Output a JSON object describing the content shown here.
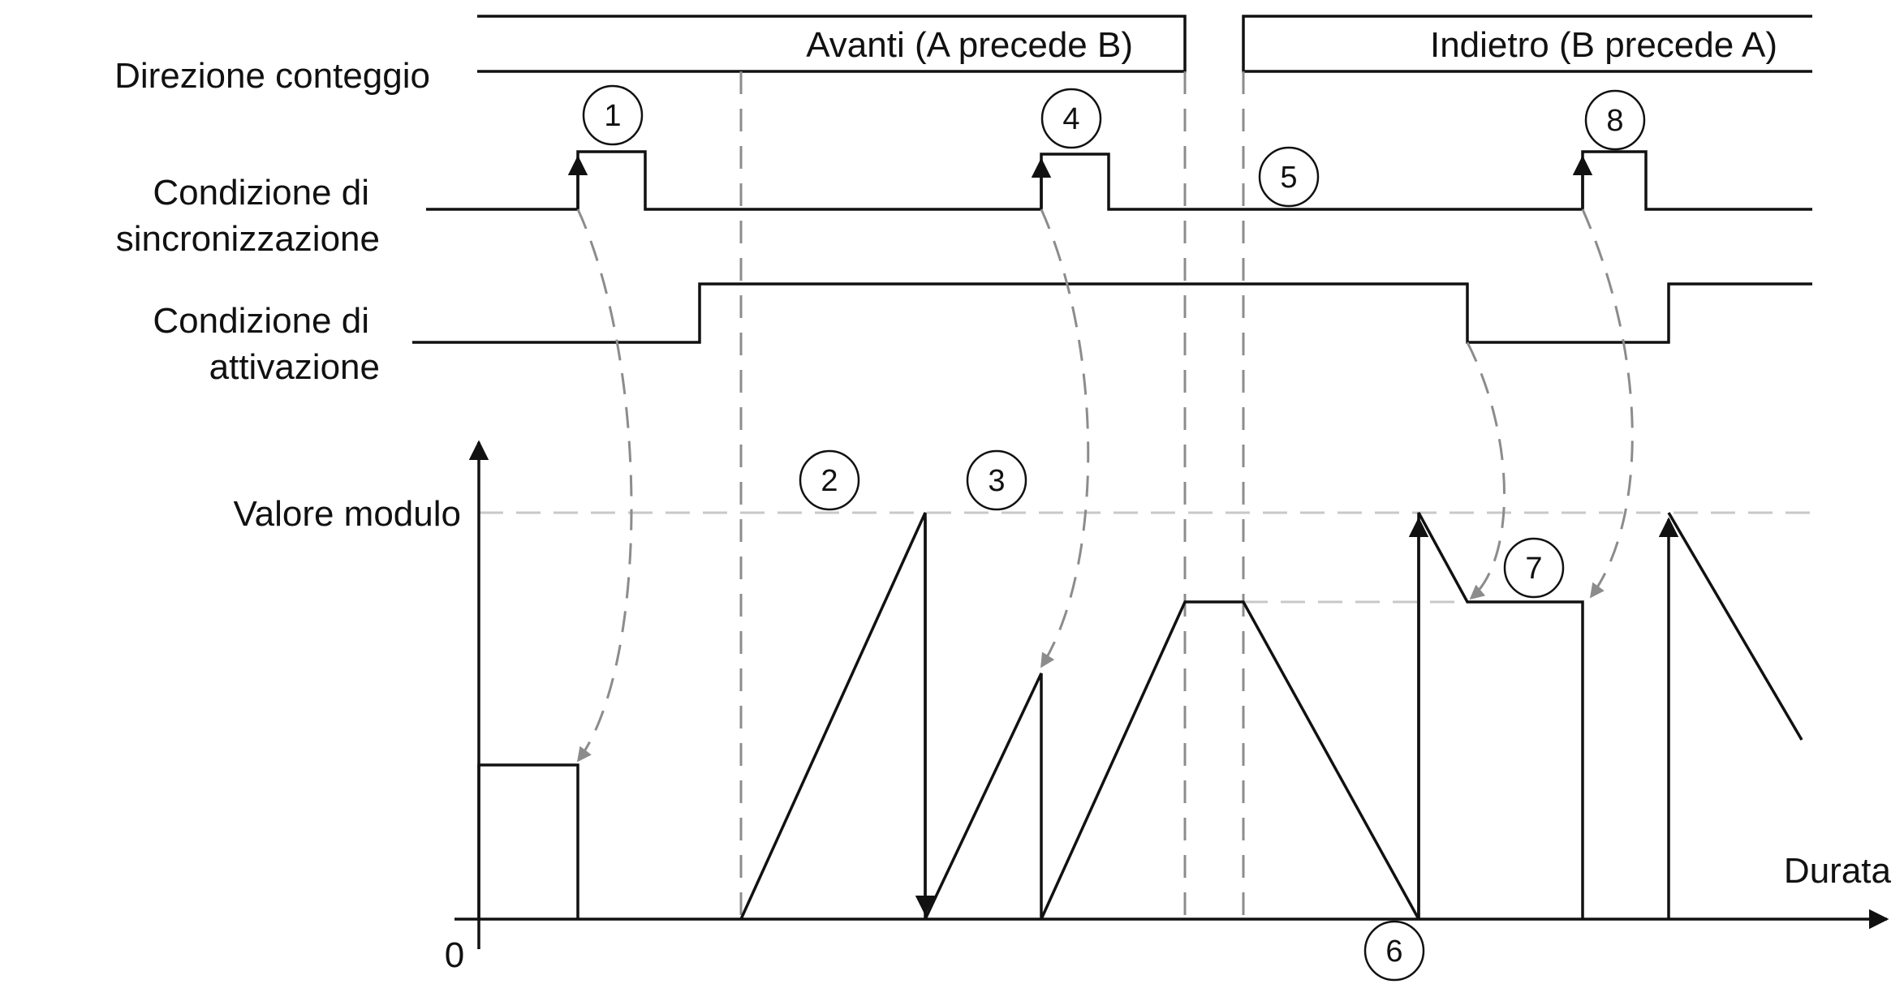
{
  "labels": {
    "direction": "Direzione conteggio",
    "sync_line1": "Condizione di",
    "sync_line2": "sincronizzazione",
    "enable_line1": "Condizione di",
    "enable_line2": "attivazione",
    "modulo": "Valore modulo",
    "duration": "Durata",
    "origin": "0"
  },
  "direction": {
    "forward": "Avanti (A precede B)",
    "backward": "Indietro (B precede A)"
  },
  "markers": [
    "1",
    "2",
    "3",
    "4",
    "5",
    "6",
    "7",
    "8"
  ],
  "colors": {
    "line": "#111111",
    "dashed_guide": "#8c8c8c",
    "modulo_guide": "#c8c8c8",
    "background": "#ffffff"
  }
}
